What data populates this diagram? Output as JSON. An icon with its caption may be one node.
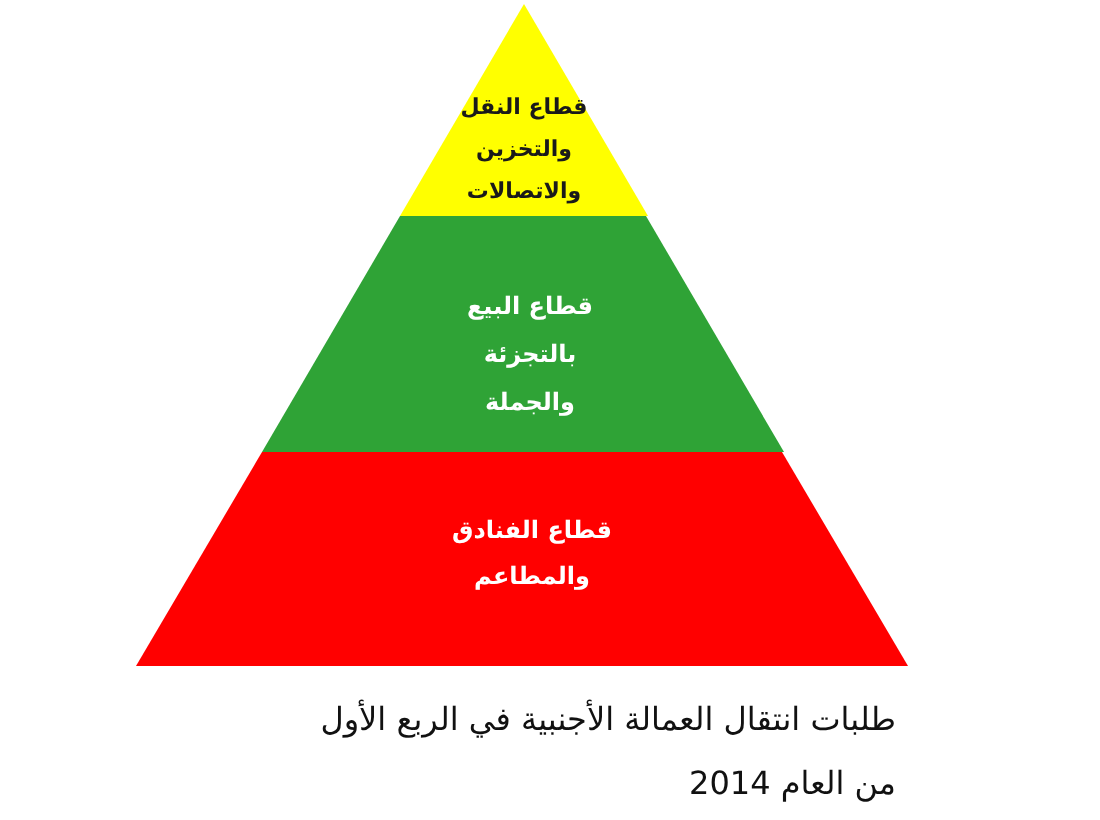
{
  "diagram": {
    "caption": "طلبات انتقال العمالة الأجنبية في الربع الأول من العام 2014",
    "nodes": [
      {
        "text": [
          "قطاع النقل والتخزين والاتصالات"
        ]
      },
      {
        "text": [
          "قطاع البيع بالتجزئة والجملة"
        ]
      },
      {
        "text": [
          "قطاع الفنادق والمطاعم"
        ]
      }
    ]
  }
}
